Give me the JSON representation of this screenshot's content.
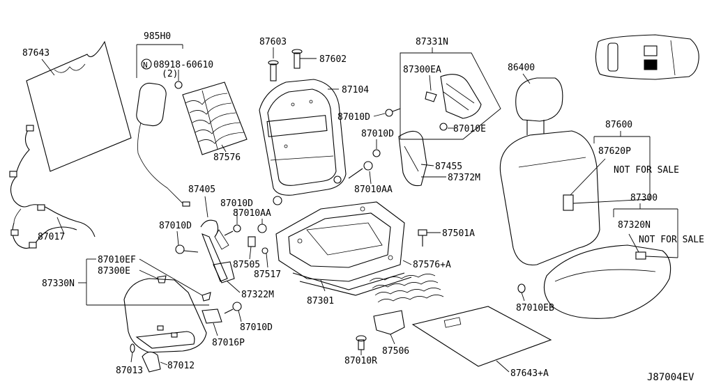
{
  "diagram_id": "J87004EV",
  "labels": {
    "p87643": "87643",
    "p985H0": "985H0",
    "circle_n": "N",
    "p08918": "08918-60610",
    "qty2": "(2)",
    "p87576": "87576",
    "p87017": "87017",
    "p87603": "87603",
    "p87602": "87602",
    "p87104": "87104",
    "p87331N": "87331N",
    "p87300EA": "87300EA",
    "p87010D_a": "87010D",
    "p87010E": "87010E",
    "p87010D_b": "87010D",
    "p87455": "87455",
    "p87372M": "87372M",
    "p87010AA_a": "87010AA",
    "p86400": "86400",
    "p87600": "87600",
    "p87620P": "87620P",
    "nfs1": "NOT FOR SALE",
    "p87300": "87300",
    "p87320N": "87320N",
    "nfs2": "NOT FOR SALE",
    "p87405": "87405",
    "p87010D_c": "87010D",
    "p87010AA_b": "87010AA",
    "p87010D_d": "87010D",
    "p87501A": "87501A",
    "p87010EF": "87010EF",
    "p87300E": "87300E",
    "p87330N": "87330N",
    "p87505": "87505",
    "p87517": "87517",
    "p87576A": "87576+A",
    "p87322M": "87322M",
    "p87301": "87301",
    "p87010EB": "87010EB",
    "p87010D_e": "87010D",
    "p87016P": "87016P",
    "p87506": "87506",
    "p87010R": "87010R",
    "p87013": "87013",
    "p87012": "87012",
    "p87643A": "87643+A",
    "code": "J87004EV"
  },
  "icons": [
    "car-location-icon",
    "screw-icon",
    "clip-icon",
    "bolt-icon"
  ]
}
